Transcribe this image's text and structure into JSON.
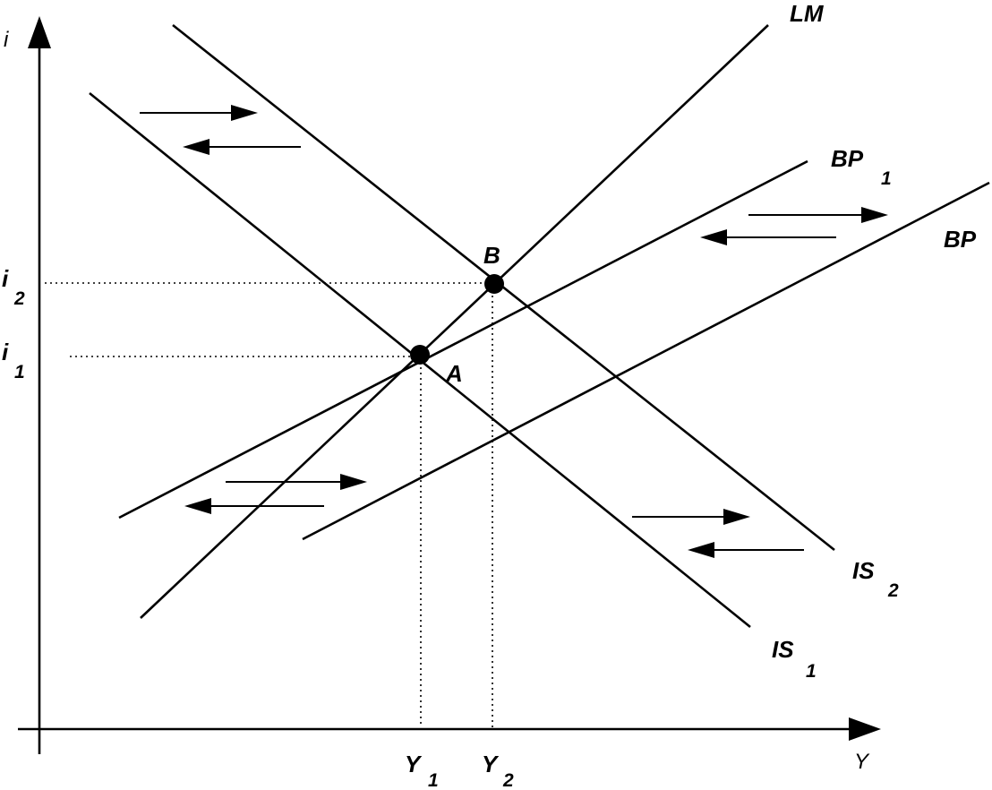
{
  "axes": {
    "y_label": "i",
    "x_label": "Y"
  },
  "curves": {
    "lm": "LM",
    "bp": "BP",
    "bp1_main": "BP",
    "bp1_sub": "1",
    "is1_main": "IS",
    "is1_sub": "1",
    "is2_main": "IS",
    "is2_sub": "2"
  },
  "points": {
    "a": "A",
    "b": "B"
  },
  "ticks": {
    "i1_main": "i",
    "i1_sub": "1",
    "i2_main": "i",
    "i2_sub": "2",
    "y1_main": "Y",
    "y1_sub": "1",
    "y2_main": "Y",
    "y2_sub": "2"
  },
  "colors": {
    "ink": "#000000",
    "background": "#ffffff"
  }
}
